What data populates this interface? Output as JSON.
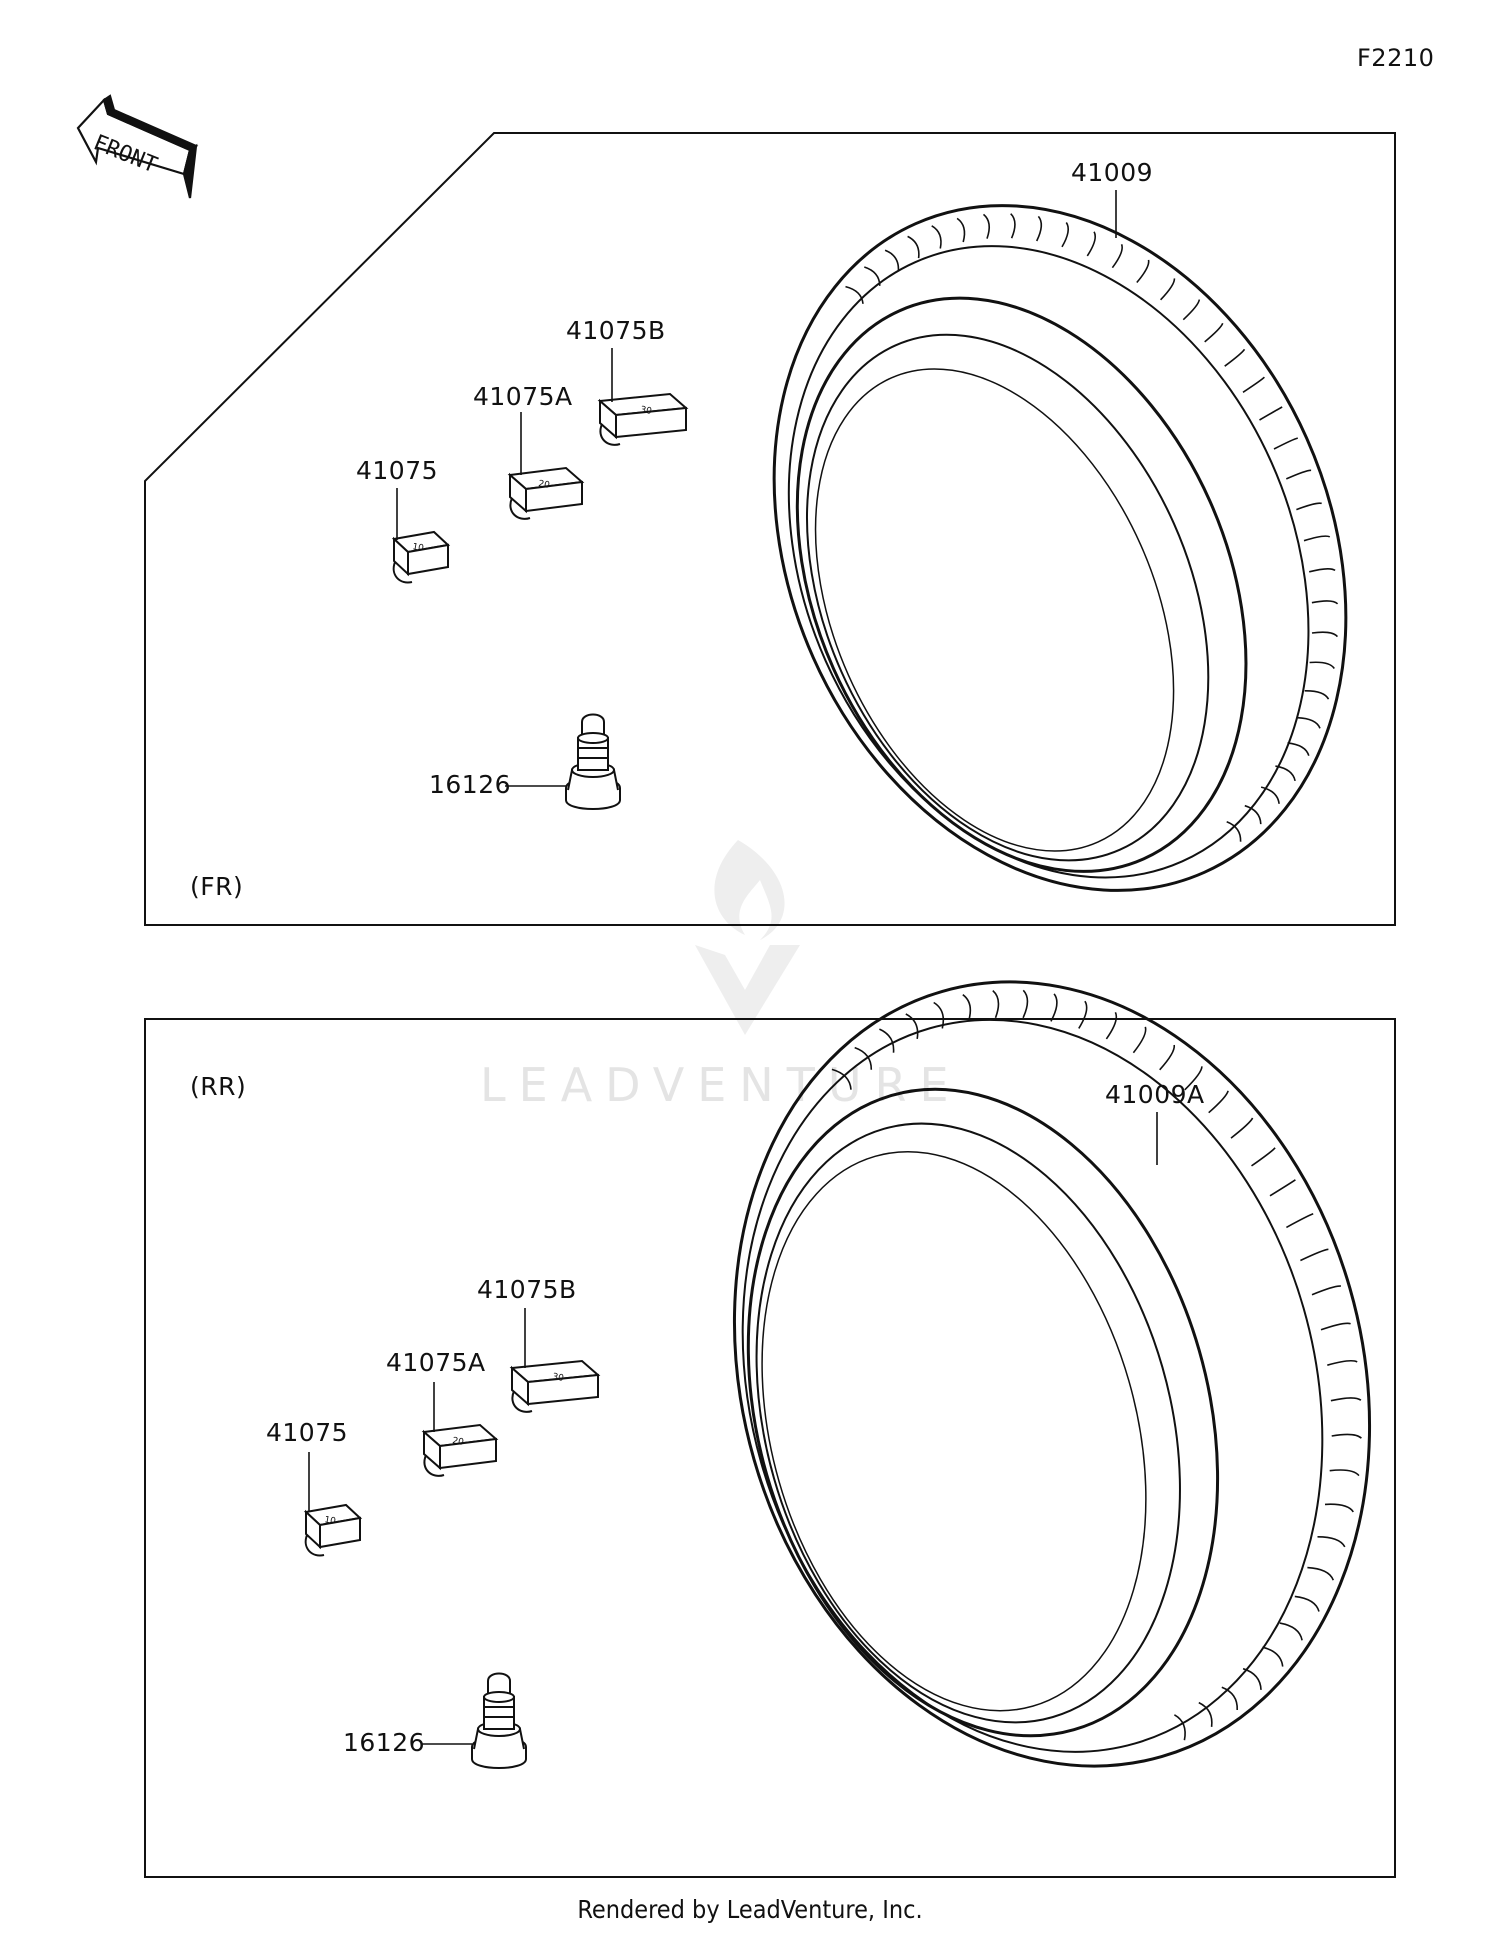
{
  "diagram": {
    "code": "F2210",
    "front_arrow_label": "FRONT",
    "footer": "Rendered by LeadVenture, Inc.",
    "watermark": "LEADVENTURE"
  },
  "panels": [
    {
      "section_label": "(FR)",
      "parts": {
        "tire": "41009",
        "weight_10": "41075",
        "weight_20": "41075A",
        "weight_30": "41075B",
        "valve": "16126"
      }
    },
    {
      "section_label": "(RR)",
      "parts": {
        "tire": "41009A",
        "weight_10": "41075",
        "weight_20": "41075A",
        "weight_30": "41075B",
        "valve": "16126"
      }
    }
  ],
  "weight_markings": [
    "10",
    "20",
    "30"
  ],
  "colors": {
    "line": "#111111",
    "watermark": "#e4e4e4"
  }
}
